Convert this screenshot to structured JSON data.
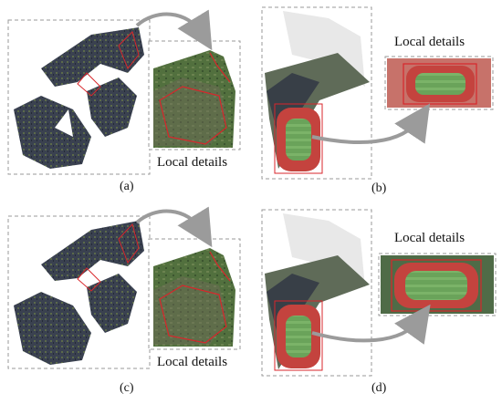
{
  "figure": {
    "panels": [
      {
        "id": "a",
        "label": "(a)",
        "detail_caption": "Local details"
      },
      {
        "id": "b",
        "label": "(b)",
        "detail_caption": "Local details"
      },
      {
        "id": "c",
        "label": "(c)",
        "detail_caption": "Local details"
      },
      {
        "id": "d",
        "label": "(d)",
        "detail_caption": "Local details"
      }
    ],
    "colors": {
      "dashed_border": "#9a9a9a",
      "arrow": "#9b9b9b",
      "outline_red": "#d8262b",
      "terrain_dark": "#2e3444",
      "terrain_green": "#4e6a3a",
      "track_red": "#c4433e",
      "field_green": "#6aa35a"
    }
  }
}
